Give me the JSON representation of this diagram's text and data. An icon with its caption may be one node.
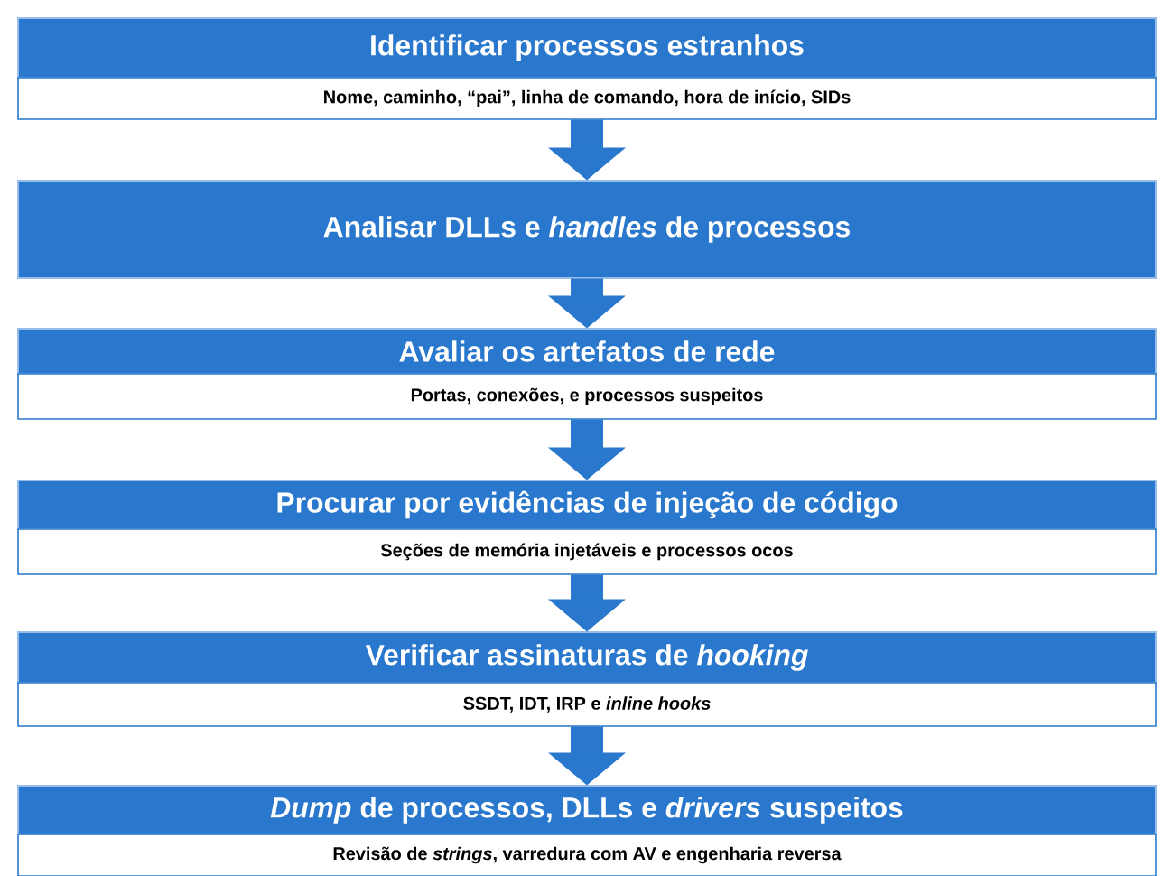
{
  "diagram": {
    "nodes": [
      {
        "text": [
          "Identificar processos estranhos",
          "Nome, caminho, “pai”, linha de comando, hora de início, SIDs"
        ]
      },
      {
        "text": [
          "Analisar DLLs e *handles* de processos"
        ]
      },
      {
        "text": [
          "Avaliar os artefatos de rede",
          "Portas, conexões,  e processos suspeitos"
        ]
      },
      {
        "text": [
          "Procurar por evidências de injeção de código",
          "Seções de memória injetáveis e processos ocos"
        ]
      },
      {
        "text": [
          "Verificar assinaturas de *hooking*",
          "SSDT, IDT, IRP e *inline hooks*"
        ]
      },
      {
        "text": [
          "*Dump* de processos, DLLs e *drivers* suspeitos",
          "Revisão de *strings*, varredura com AV e engenharia reversa"
        ]
      }
    ],
    "edges": [
      {
        "from": 0,
        "to": 1,
        "arrow": "to"
      },
      {
        "from": 1,
        "to": 2,
        "arrow": "to"
      },
      {
        "from": 2,
        "to": 3,
        "arrow": "to"
      },
      {
        "from": 3,
        "to": 4,
        "arrow": "to"
      },
      {
        "from": 4,
        "to": 5,
        "arrow": "to"
      }
    ]
  }
}
